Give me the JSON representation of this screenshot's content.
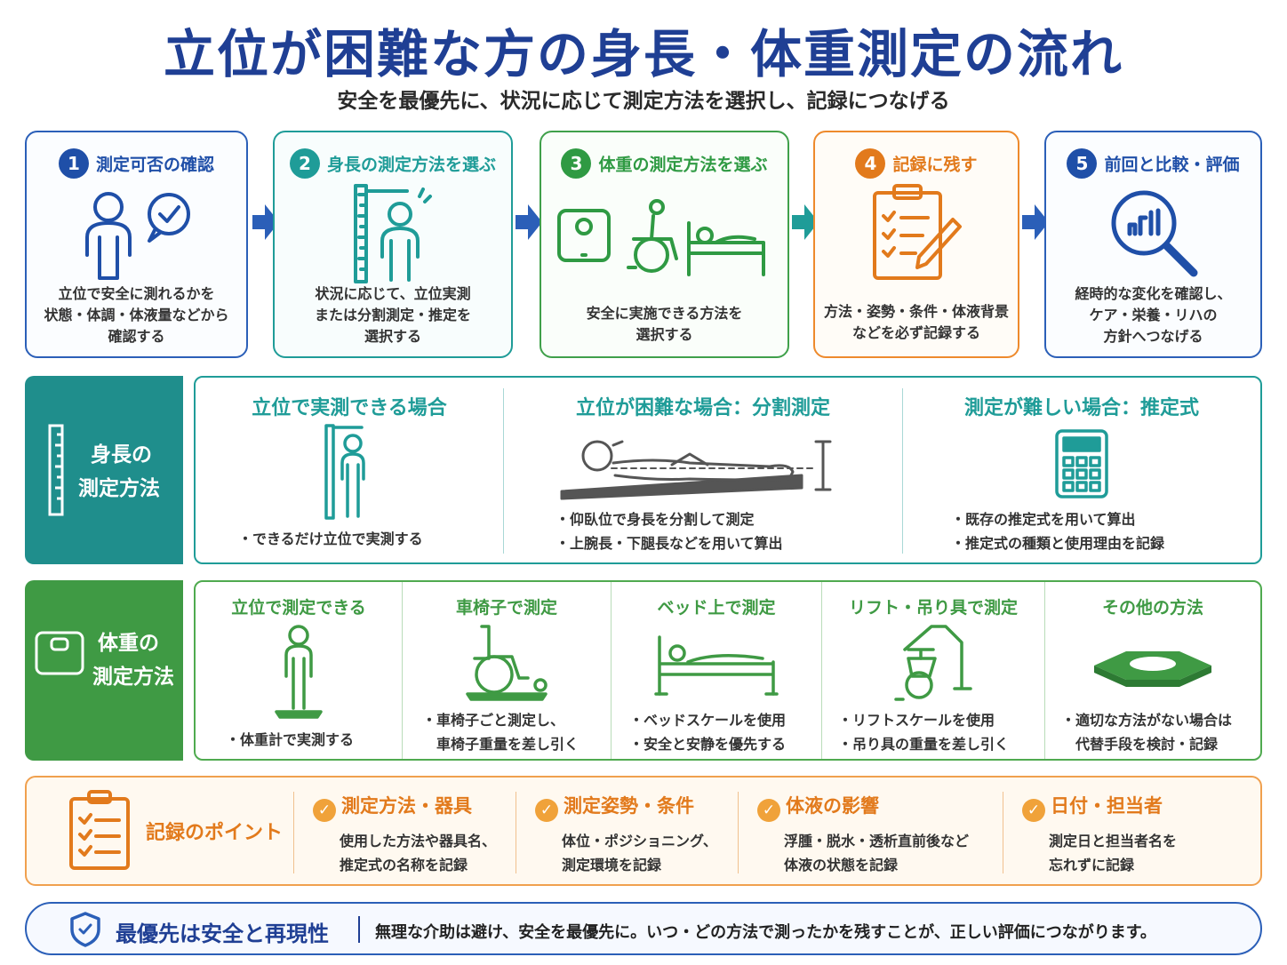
{
  "header": {
    "title": "立位が困難な方の身長・体重測定の流れ",
    "subtitle": "安全を最優先に、状況に応じて測定方法を選択し、記録につなげる"
  },
  "steps": [
    {
      "num": "1",
      "title": "測定可否の確認",
      "desc": [
        "立位で安全に測れるかを",
        "状態・体調・体液量などから",
        "確認する"
      ],
      "color": "#1f4fa8",
      "icon": "person-check-icon"
    },
    {
      "num": "2",
      "title": "身長の測定方法を選ぶ",
      "desc": [
        "状況に応じて、立位実測",
        "または分割測定・推定を",
        "選択する"
      ],
      "color": "#1f9c98",
      "icon": "height-measure-icon"
    },
    {
      "num": "3",
      "title": "体重の測定方法を選ぶ",
      "desc": [
        "安全に実施できる方法を",
        "選択する"
      ],
      "color": "#2f9a43",
      "icon": "scale-wheelchair-bed-icon"
    },
    {
      "num": "4",
      "title": "記録に残す",
      "desc": [
        "方法・姿勢・条件・体液背景",
        "などを必ず記録する"
      ],
      "color": "#e27a1c",
      "icon": "clipboard-pencil-icon"
    },
    {
      "num": "5",
      "title": "前回と比較・評価",
      "desc": [
        "経時的な変化を確認し、",
        "ケア・栄養・リハの",
        "方針へつなげる"
      ],
      "color": "#1f4fa8",
      "icon": "magnifier-chart-icon"
    }
  ],
  "height_section": {
    "label": [
      "身長の",
      "測定方法"
    ],
    "color": "#1f8e8c",
    "cols": [
      {
        "title": "立位で実測できる場合",
        "items": [
          "・できるだけ立位で実測する"
        ]
      },
      {
        "title": "立位が困難な場合：分割測定",
        "items": [
          "・仰臥位で身長を分割して測定",
          "・上腕長・下腿長などを用いて算出"
        ]
      },
      {
        "title": "測定が難しい場合：推定式",
        "items": [
          "・既存の推定式を用いて算出",
          "・推定式の種類と使用理由を記録"
        ]
      }
    ]
  },
  "weight_section": {
    "label": [
      "体重の",
      "測定方法"
    ],
    "color": "#3f9a44",
    "cols": [
      {
        "title": "立位で測定できる",
        "items": [
          "・体重計で実測する"
        ]
      },
      {
        "title": "車椅子で測定",
        "items": [
          "・車椅子ごと測定し、",
          "　車椅子重量を差し引く"
        ]
      },
      {
        "title": "ベッド上で測定",
        "items": [
          "・ベッドスケールを使用",
          "・安全と安静を優先する"
        ]
      },
      {
        "title": "リフト・吊り具で測定",
        "items": [
          "・リフトスケールを使用",
          "・吊り具の重量を差し引く"
        ]
      },
      {
        "title": "その他の方法",
        "items": [
          "・適切な方法がない場合は",
          "　代替手段を検討・記録"
        ]
      }
    ]
  },
  "record_points": {
    "title": "記録のポイント",
    "items": [
      {
        "head": "測定方法・器具",
        "text": [
          "使用した方法や器具名、",
          "推定式の名称を記録"
        ]
      },
      {
        "head": "測定姿勢・条件",
        "text": [
          "体位・ポジショニング、",
          "測定環境を記録"
        ]
      },
      {
        "head": "体液の影響",
        "text": [
          "浮腫・脱水・透析直前後など",
          "体液の状態を記録"
        ]
      },
      {
        "head": "日付・担当者",
        "text": [
          "測定日と担当者名を",
          "忘れずに記録"
        ]
      }
    ]
  },
  "safety": {
    "title": "最優先は安全と再現性",
    "text": "無理な介助は避け、安全を最優先に。いつ・どの方法で測ったかを残すことが、正しい評価につながります。"
  }
}
